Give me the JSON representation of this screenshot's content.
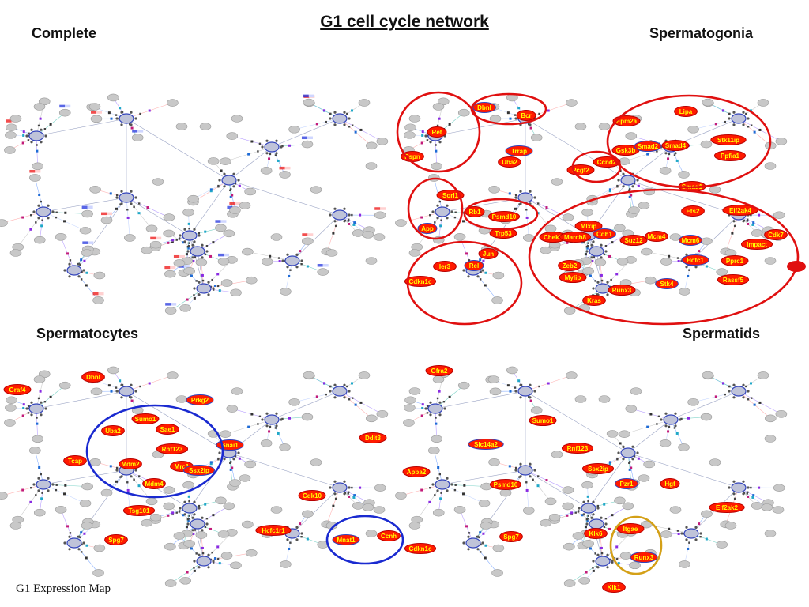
{
  "title": "G1 cell cycle network",
  "footer": "G1 Expression Map",
  "panels": {
    "complete": {
      "label": "Complete"
    },
    "spermatogonia": {
      "label": "Spermatogonia",
      "genes": [
        "Ret",
        "Pspn",
        "Dbnl",
        "Bcr",
        "Epm2a",
        "Lipa",
        "Gsk3b",
        "Smad2",
        "Smad4",
        "Stk11ip",
        "Ppfia1",
        "Smad1",
        "Trrap",
        "Uba2",
        "Pcgf2",
        "Ccnd2",
        "Sorl1",
        "App",
        "Rb1",
        "Psmd10",
        "Trp53",
        "Mlxip",
        "Cdh1",
        "Chek2",
        "March8",
        "Suz12",
        "Mcm4",
        "Mcm6",
        "Ets2",
        "Eif2ak4",
        "Cdk7",
        "Impact",
        "Hcfc1",
        "Pprc1",
        "Zeb2",
        "Mylip",
        "Runx3",
        "Stk4",
        "Rassf5",
        "Kras",
        "Jun",
        "Ier3",
        "Rel",
        "Cdkn1c"
      ]
    },
    "spermatocytes": {
      "label": "Spermatocytes",
      "genes": [
        "Dbnl",
        "Graf4",
        "Prkg2",
        "Sumo1",
        "Uba2",
        "Sae1",
        "Rnf123",
        "Snai1",
        "Ddit3",
        "Mdm2",
        "Tcap",
        "Mrc1",
        "Ssx2ip",
        "Mdm4",
        "Tsg101",
        "Cdk10",
        "Hcfc1r1",
        "Mnat1",
        "Ccnh",
        "Spg7"
      ]
    },
    "spermatids": {
      "label": "Spermatids",
      "genes": [
        "Gfra2",
        "Sumo1",
        "Slc14a2",
        "Rnf123",
        "Apba2",
        "Psmd10",
        "Ssx2ip",
        "Pzr1",
        "Hgf",
        "Eif2ak2",
        "Itgae",
        "Klk6",
        "Runx3",
        "Klk1",
        "Cdkn1c",
        "Spg7"
      ]
    }
  },
  "legend_colors": {
    "highlight_fill": "#ff1a00",
    "highlight_text": "#ffff00",
    "hub_ring": "#3344bb",
    "up": "#2233dd",
    "down": "#ee1111",
    "circle_red": "#e01010",
    "circle_blue": "#1a2ad0",
    "circle_gold": "#d4a017"
  }
}
